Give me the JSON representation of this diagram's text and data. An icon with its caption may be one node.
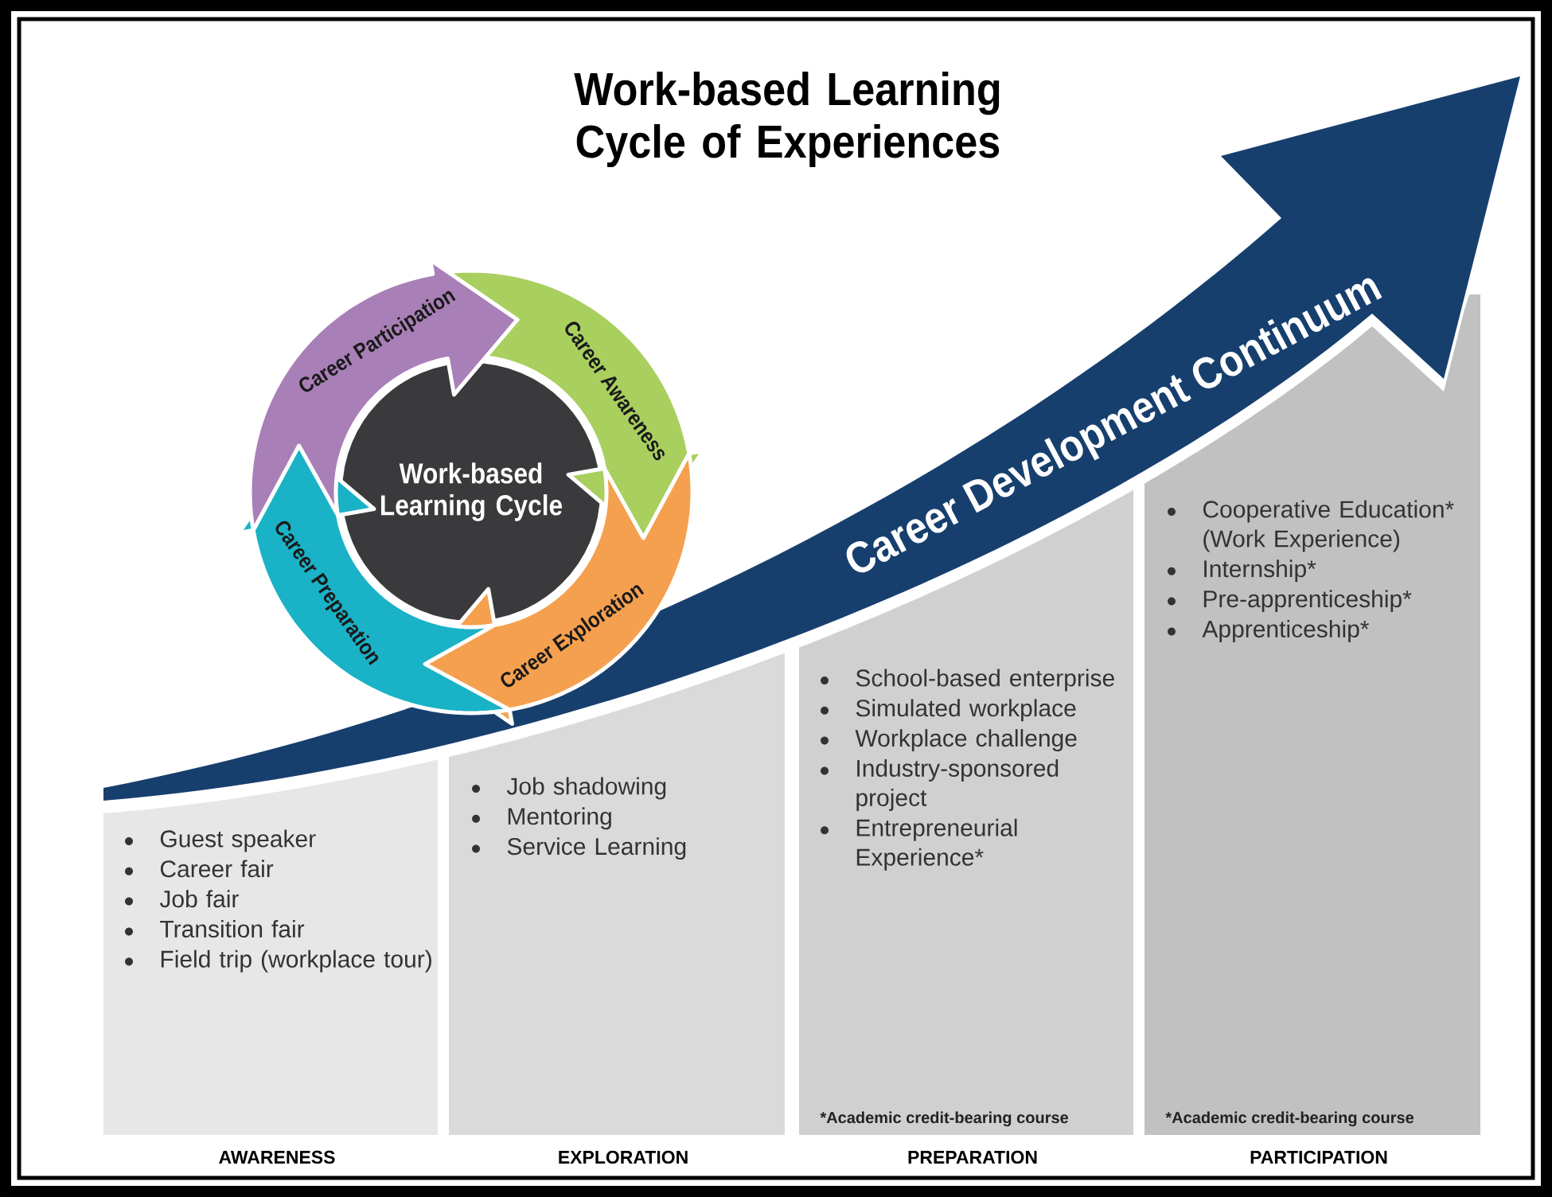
{
  "diagram": {
    "title": "Work-based Learning Cycle of Experiences",
    "nodes": [
      {
        "text": [
          "Work-based Learning Cycle"
        ]
      },
      {
        "text": [
          "Career Awareness"
        ]
      },
      {
        "text": [
          "Career Exploration"
        ]
      },
      {
        "text": [
          "Career Preparation"
        ]
      },
      {
        "text": [
          "Career Participation"
        ]
      },
      {
        "text": [
          "Career Development Continuum"
        ]
      },
      {
        "text": [
          "Guest speaker",
          "Career fair",
          "Job fair",
          "Transition fair",
          "Field trip (workplace tour)",
          "AWARENESS"
        ]
      },
      {
        "text": [
          "Job shadowing",
          "Mentoring",
          "Service Learning",
          "EXPLORATION"
        ]
      },
      {
        "text": [
          "School-based enterprise",
          "Simulated workplace",
          "Workplace challenge",
          "Industry-sponsored project",
          "Entrepreneurial Experience*",
          "*Academic credit-bearing course",
          "PREPARATION"
        ]
      },
      {
        "text": [
          "Cooperative Education* (Work Experience)",
          "Internship*",
          "Pre-apprenticeship*",
          "Apprenticeship*",
          "*Academic credit-bearing course",
          "PARTICIPATION"
        ]
      }
    ]
  }
}
